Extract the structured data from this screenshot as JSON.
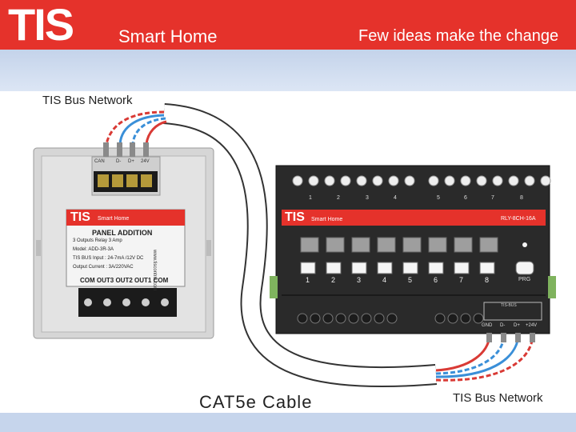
{
  "header": {
    "logo": "TIS",
    "logo_sub": "Smart Home",
    "slogan": "Few ideas make the change"
  },
  "diagram": {
    "bus_label_top": "TIS Bus Network",
    "bus_label_bottom": "TIS Bus Network",
    "cable_label": "CAT5e Cable",
    "panel": {
      "brand": "TIS",
      "brand_sub": "Smart Home",
      "title": "PANEL ADDITION",
      "specs": [
        "3 Outputs Relay 3 Amp",
        "Model: ADD-3R-3A",
        "TIS BUS Input : 24-7mA /12V DC",
        "Output Current : 3A/220VAC"
      ],
      "side_text": "www.tiscontrol.com",
      "terminal_labels": [
        "CAN",
        "D-",
        "D+",
        "24V"
      ],
      "output_labels": "COM OUT3 OUT2 OUT1 COM"
    },
    "relay": {
      "brand": "TIS",
      "brand_sub": "Smart Home",
      "model": "RLY-8CH-16A",
      "channels": [
        "1",
        "2",
        "3",
        "4",
        "5",
        "6",
        "7",
        "8"
      ],
      "prg": "PRG",
      "bus_box": "TIS-BUS",
      "terminals": [
        "GND",
        "D-",
        "D+",
        "+24V"
      ]
    },
    "wire_colors": {
      "red": "#d93a35",
      "blue": "#3a8fd8",
      "white": "#f2f2f2",
      "gray": "#8a8a8a"
    }
  }
}
